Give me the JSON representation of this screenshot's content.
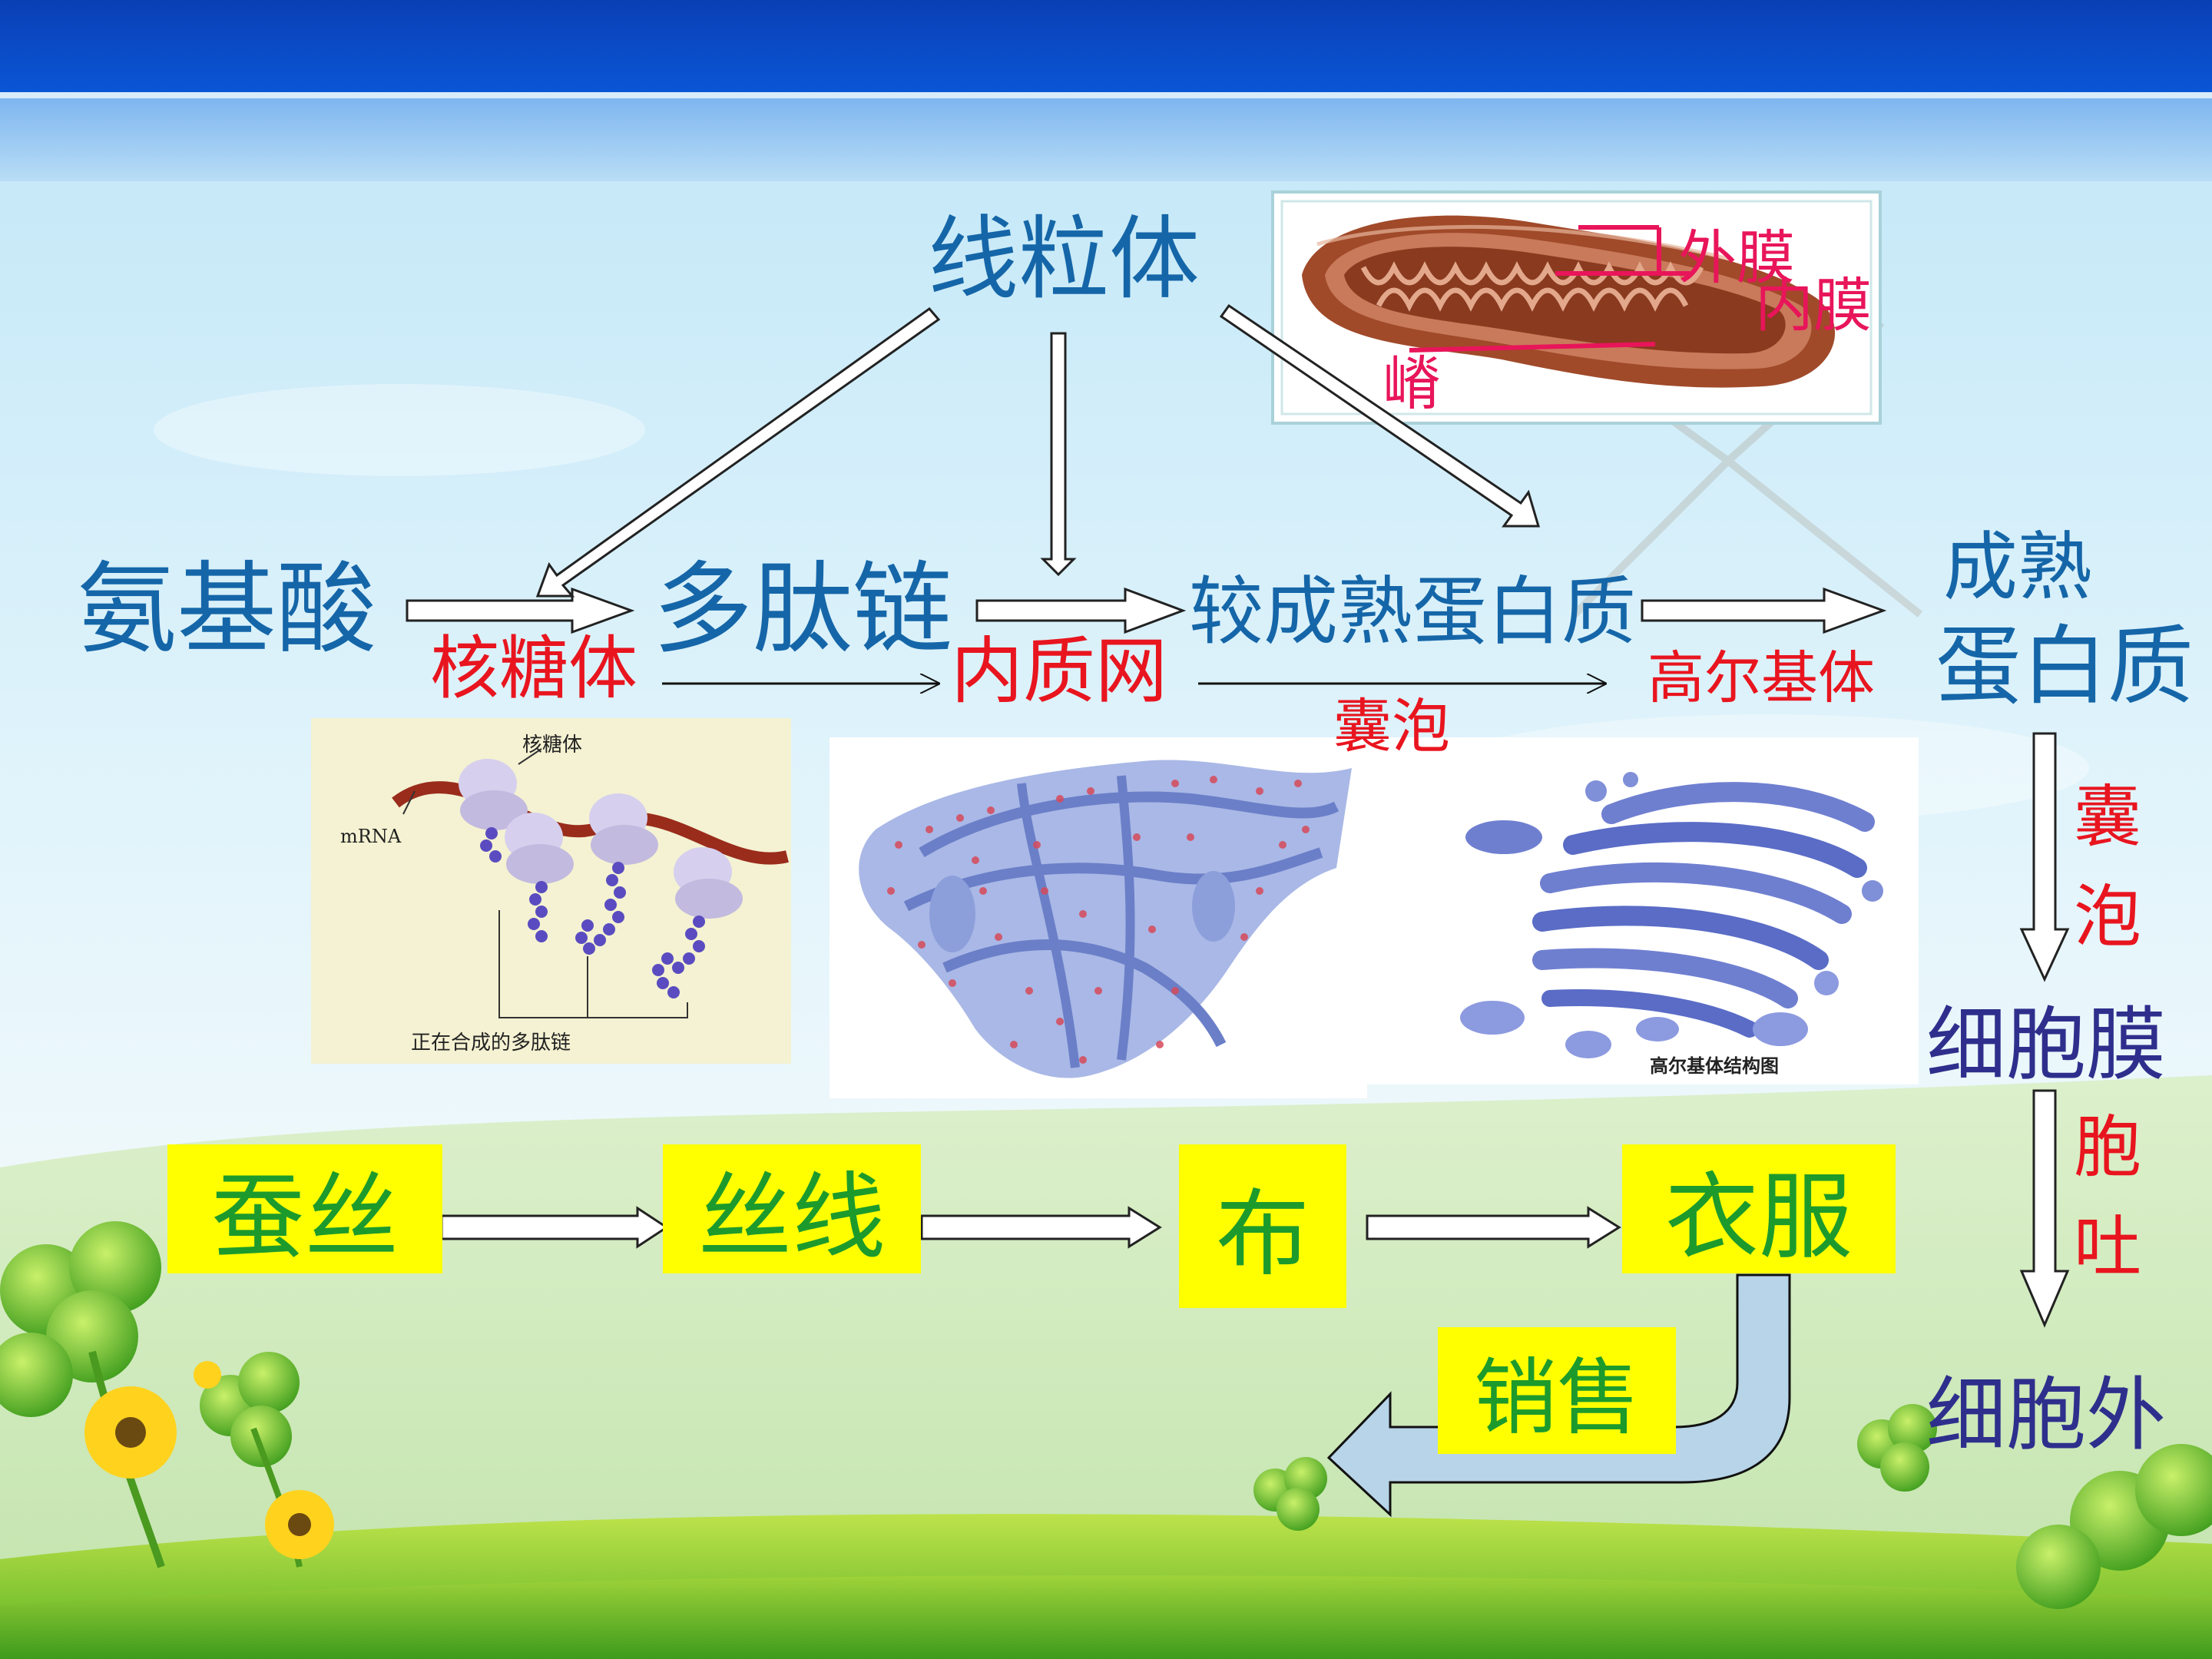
{
  "title": "线粒体",
  "pathway": {
    "amino_acid": "氨基酸",
    "polypeptide": "多肽链",
    "immature_protein": "较成熟蛋白质",
    "mature_line1": "成熟",
    "mature_line2": "蛋白质",
    "ribosome": "核糖体",
    "er": "内质网",
    "vesicle_mid": "囊泡",
    "golgi": "高尔基体",
    "vesicle_v1": "囊",
    "vesicle_v2": "泡",
    "cell_membrane": "细胞膜",
    "exo_v1": "胞",
    "exo_v2": "吐",
    "extracellular": "细胞外"
  },
  "mito_labels": {
    "outer": "外膜",
    "inner": "内膜",
    "cristae": "嵴"
  },
  "ribosome_figure": {
    "top_label": "核糖体",
    "mrna_label": "mRNA",
    "bottom_label": "正在合成的多肽链"
  },
  "golgi_figure": {
    "caption": "高尔基体结构图"
  },
  "analogy": {
    "silkworm": "蚕丝",
    "thread": "丝线",
    "cloth": "布",
    "clothes": "衣服",
    "sales": "销售"
  },
  "colors": {
    "blue_text": "#1566a8",
    "red_text": "#e8151f",
    "navy_text": "#2e2f8c",
    "green_text": "#1d9a2c",
    "highlight": "#ffff00",
    "header_blue": "#0b4fc8"
  }
}
